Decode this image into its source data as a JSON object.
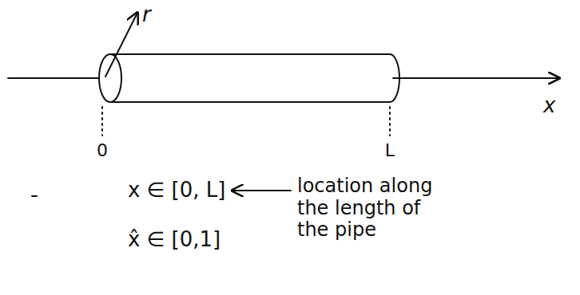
{
  "diagram": {
    "labels": [
      "r",
      "x",
      "0",
      "L",
      "x ∈ [0, L]",
      "x̂ ∈ [0,1]",
      "location along the length of the pipe"
    ]
  }
}
